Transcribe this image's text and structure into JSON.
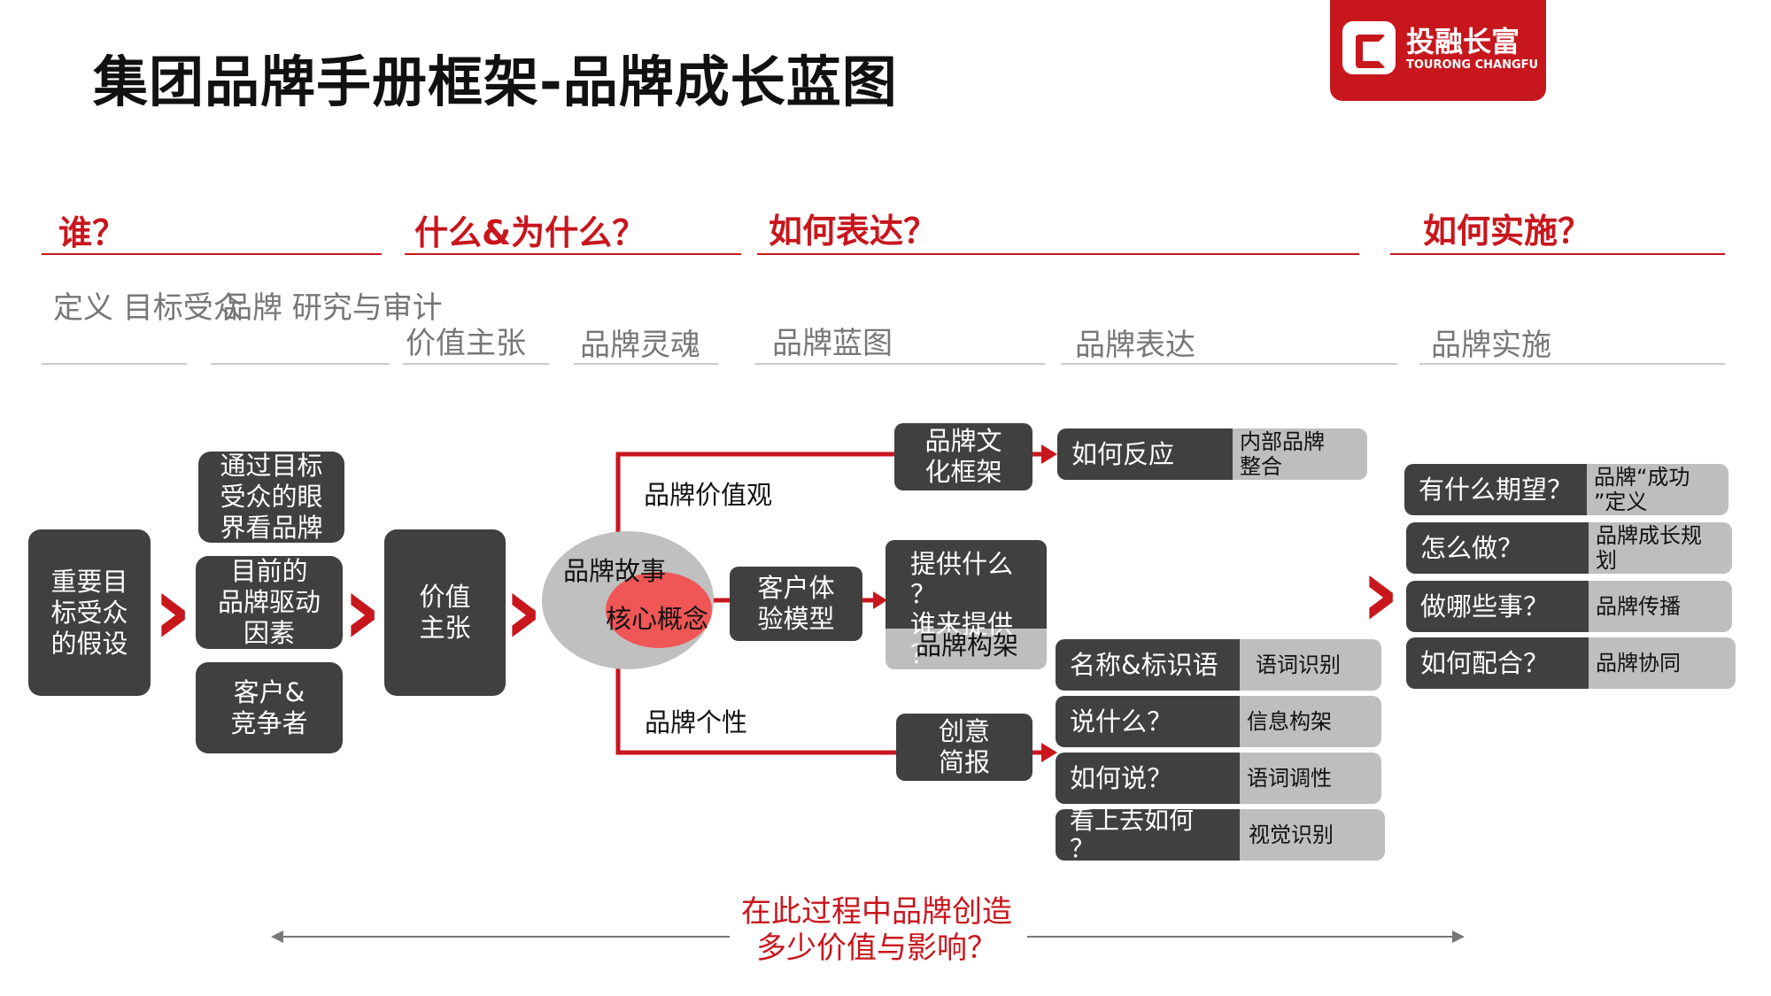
{
  "title": "集团品牌手册框架-品牌成长蓝图",
  "logo": {
    "cn": "投融长富",
    "en": "TOURONG CHANGFU"
  },
  "sections": [
    "谁？",
    "什么&为什么？",
    "如何表达？",
    "如何实施？"
  ],
  "subheads": {
    "define": "定义\n目标受众",
    "research": "品牌\n研究与审计",
    "value": "价值主张",
    "soul": "品牌灵魂",
    "blueprint": "品牌蓝图",
    "expression": "品牌表达",
    "implement": "品牌实施"
  },
  "flow": {
    "hypothesis": "重要目\n标受众\n的假设",
    "eyes": "通过目标\n受众的眼\n界看品牌",
    "drivers": "目前的\n品牌驱动\n因素",
    "competitors": "客户&\n竞争者",
    "value_prop": "价值\n主张",
    "story": "品牌故事",
    "core": "核心概念",
    "values_label": "品牌价值观",
    "personality_label": "品牌个性",
    "culture": "品牌文\n化框架",
    "experience": "客户体\n验模型",
    "offer": "提供什么\n？\n谁来提供\n？",
    "architecture": "品牌构架",
    "brief": "创意\n简报"
  },
  "expression_rows": [
    {
      "label": "如何反应",
      "value": "内部品牌\n整合"
    },
    {
      "label": "名称&标识语",
      "value": "语词识别"
    },
    {
      "label": "说什么？",
      "value": "信息构架"
    },
    {
      "label": "如何说？",
      "value": "语词调性"
    },
    {
      "label": "看上去如何\n？",
      "value": "视觉识别"
    }
  ],
  "implement_rows": [
    {
      "label": "有什么期望？",
      "value": "品牌“成功\n”定义"
    },
    {
      "label": "怎么做？",
      "value": "品牌成长规\n划"
    },
    {
      "label": "做哪些事？",
      "value": "品牌传播"
    },
    {
      "label": "如何配合？",
      "value": "品牌协同"
    }
  ],
  "bottom": "在此过程中品牌创造\n多少价值与影响？",
  "colors": {
    "accent": "#c8161d",
    "dark_box": "#404040",
    "light_box": "#bebebe",
    "bubble": "#c0c0c0",
    "core": "#f05656"
  }
}
